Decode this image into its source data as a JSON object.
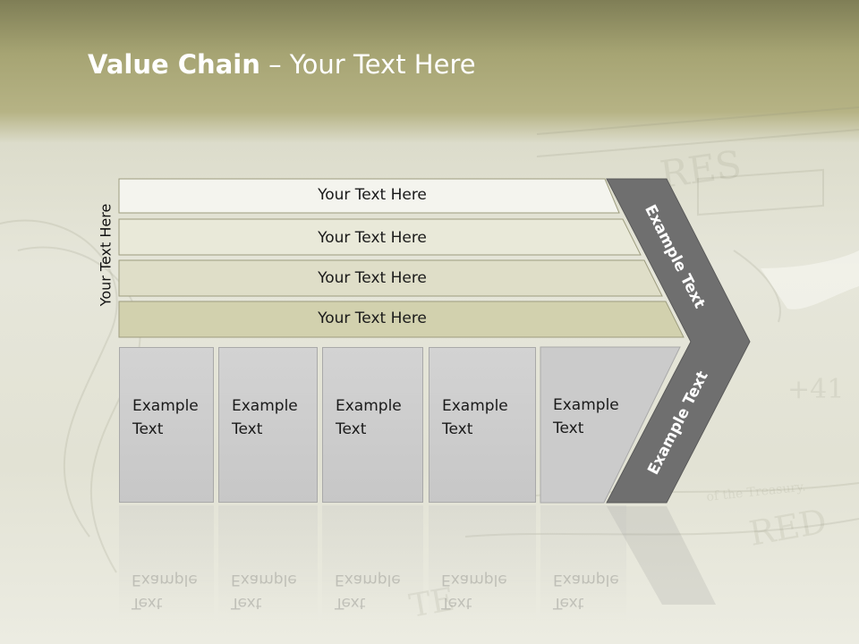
{
  "title": {
    "bold": "Value Chain",
    "rest": " – Your Text Here"
  },
  "side_label": "Your Text Here",
  "rows": [
    "Your Text Here",
    "Your Text Here",
    "Your Text Here",
    "Your Text Here"
  ],
  "boxes": [
    {
      "line1": "Example",
      "line2": "Text"
    },
    {
      "line1": "Example",
      "line2": "Text"
    },
    {
      "line1": "Example",
      "line2": "Text"
    },
    {
      "line1": "Example",
      "line2": "Text"
    },
    {
      "line1": "Example",
      "line2": "Text"
    }
  ],
  "arrow": {
    "upper": "Example Text",
    "lower": "Example Text"
  },
  "colors": {
    "row1": "#f3f3ec",
    "row2": "#e8e8d7",
    "row3": "#deddc5",
    "row4": "#d1d0ac",
    "arrow": "#6d6d6d",
    "box": "#cdcdcd"
  }
}
